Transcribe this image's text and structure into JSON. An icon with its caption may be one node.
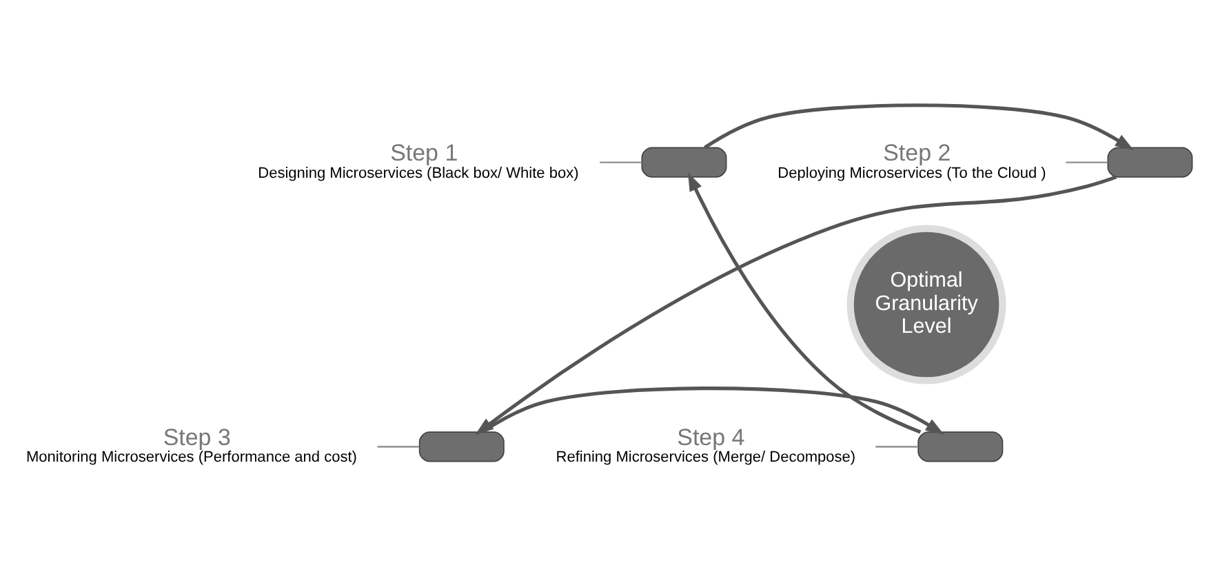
{
  "diagram": {
    "nodes": [
      {
        "text": [
          "Step 1",
          "Designing Microservices (Black box/ White box)"
        ]
      },
      {
        "text": [
          "Step 2",
          "Deploying Microservices (To the Cloud )"
        ]
      },
      {
        "text": [],
        "shape": "arc"
      },
      {
        "text": [],
        "shape": "arc"
      },
      {
        "text": [
          "Optimal Granularity Level"
        ]
      },
      {
        "text": [],
        "shape": "arc"
      },
      {
        "text": [],
        "shape": "arc"
      },
      {
        "text": [
          "Step 4",
          "Refining Microservices (Merge/ Decompose)"
        ]
      },
      {
        "text": [
          "Step 3",
          "Monitoring Microservices (Performance and cost)"
        ]
      }
    ],
    "edges": [
      {
        "from": 2,
        "to": 3,
        "arrow": "to"
      },
      {
        "from": 3,
        "to": 6,
        "arrow": "to"
      },
      {
        "from": 6,
        "to": 5,
        "arrow": "to"
      },
      {
        "from": 5,
        "to": 2,
        "arrow": "to"
      },
      {
        "from": 0,
        "to": 2,
        "arrow": "none",
        "color": "#999999"
      },
      {
        "from": 1,
        "to": 3,
        "arrow": "none",
        "color": "#999999"
      },
      {
        "from": 8,
        "to": 6,
        "arrow": "none",
        "color": "#999999"
      },
      {
        "from": 7,
        "to": 5,
        "arrow": "none",
        "color": "#999999"
      }
    ]
  }
}
